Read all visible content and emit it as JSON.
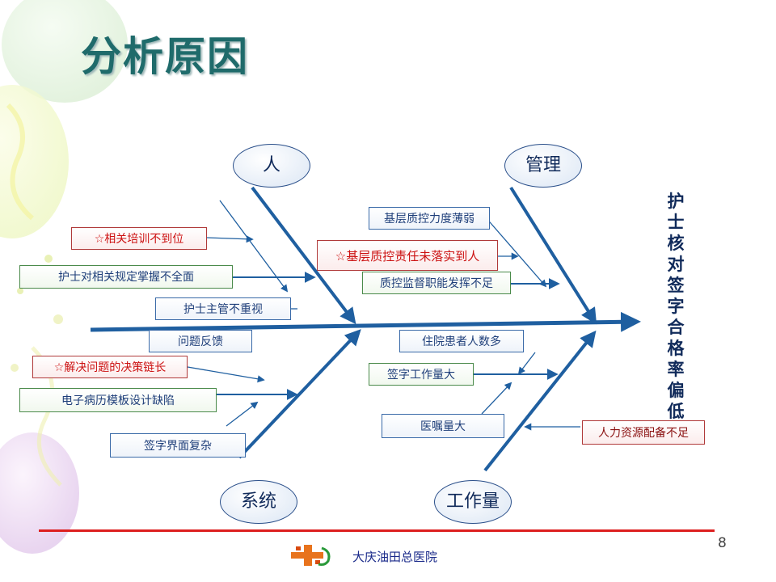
{
  "slide": {
    "title": "分析原因",
    "page_number": "8",
    "hospital_name": "大庆油田总医院"
  },
  "effect": "护士核对签字合格率偏低",
  "categories": {
    "people": "人",
    "management": "管理",
    "system": "系统",
    "workload": "工作量"
  },
  "causes": {
    "people": [
      "☆相关培训不到位",
      "护士对相关规定掌握不全面",
      "护士主管不重视"
    ],
    "management": [
      "基层质控力度薄弱",
      "☆基层质控责任未落实到人",
      "质控监督职能发挥不足"
    ],
    "system": [
      "问题反馈",
      "☆解决问题的决策链长",
      "电子病历模板设计缺陷",
      "签字界面复杂"
    ],
    "workload": [
      "住院患者人数多",
      "签字工作量大",
      "医嘱量大",
      "人力资源配备不足"
    ]
  },
  "colors": {
    "arrow": "#1f5fa0",
    "title": "#1f6b6b",
    "highlight": "#cc1111",
    "footer_line": "#dd1f1f"
  }
}
